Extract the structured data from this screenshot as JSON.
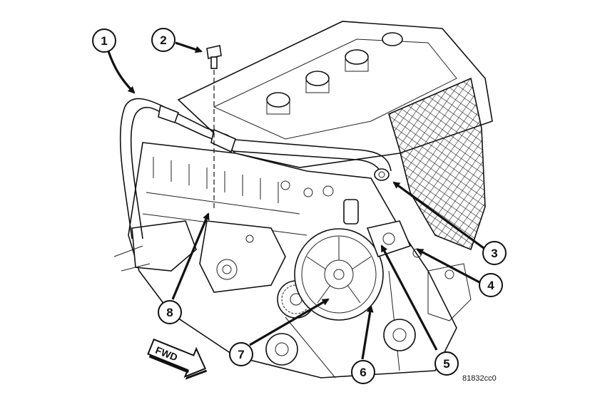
{
  "figure": {
    "figure_id": "81832cc0",
    "direction_label": "FWD",
    "callouts": [
      "1",
      "2",
      "3",
      "4",
      "5",
      "6",
      "7",
      "8"
    ]
  }
}
